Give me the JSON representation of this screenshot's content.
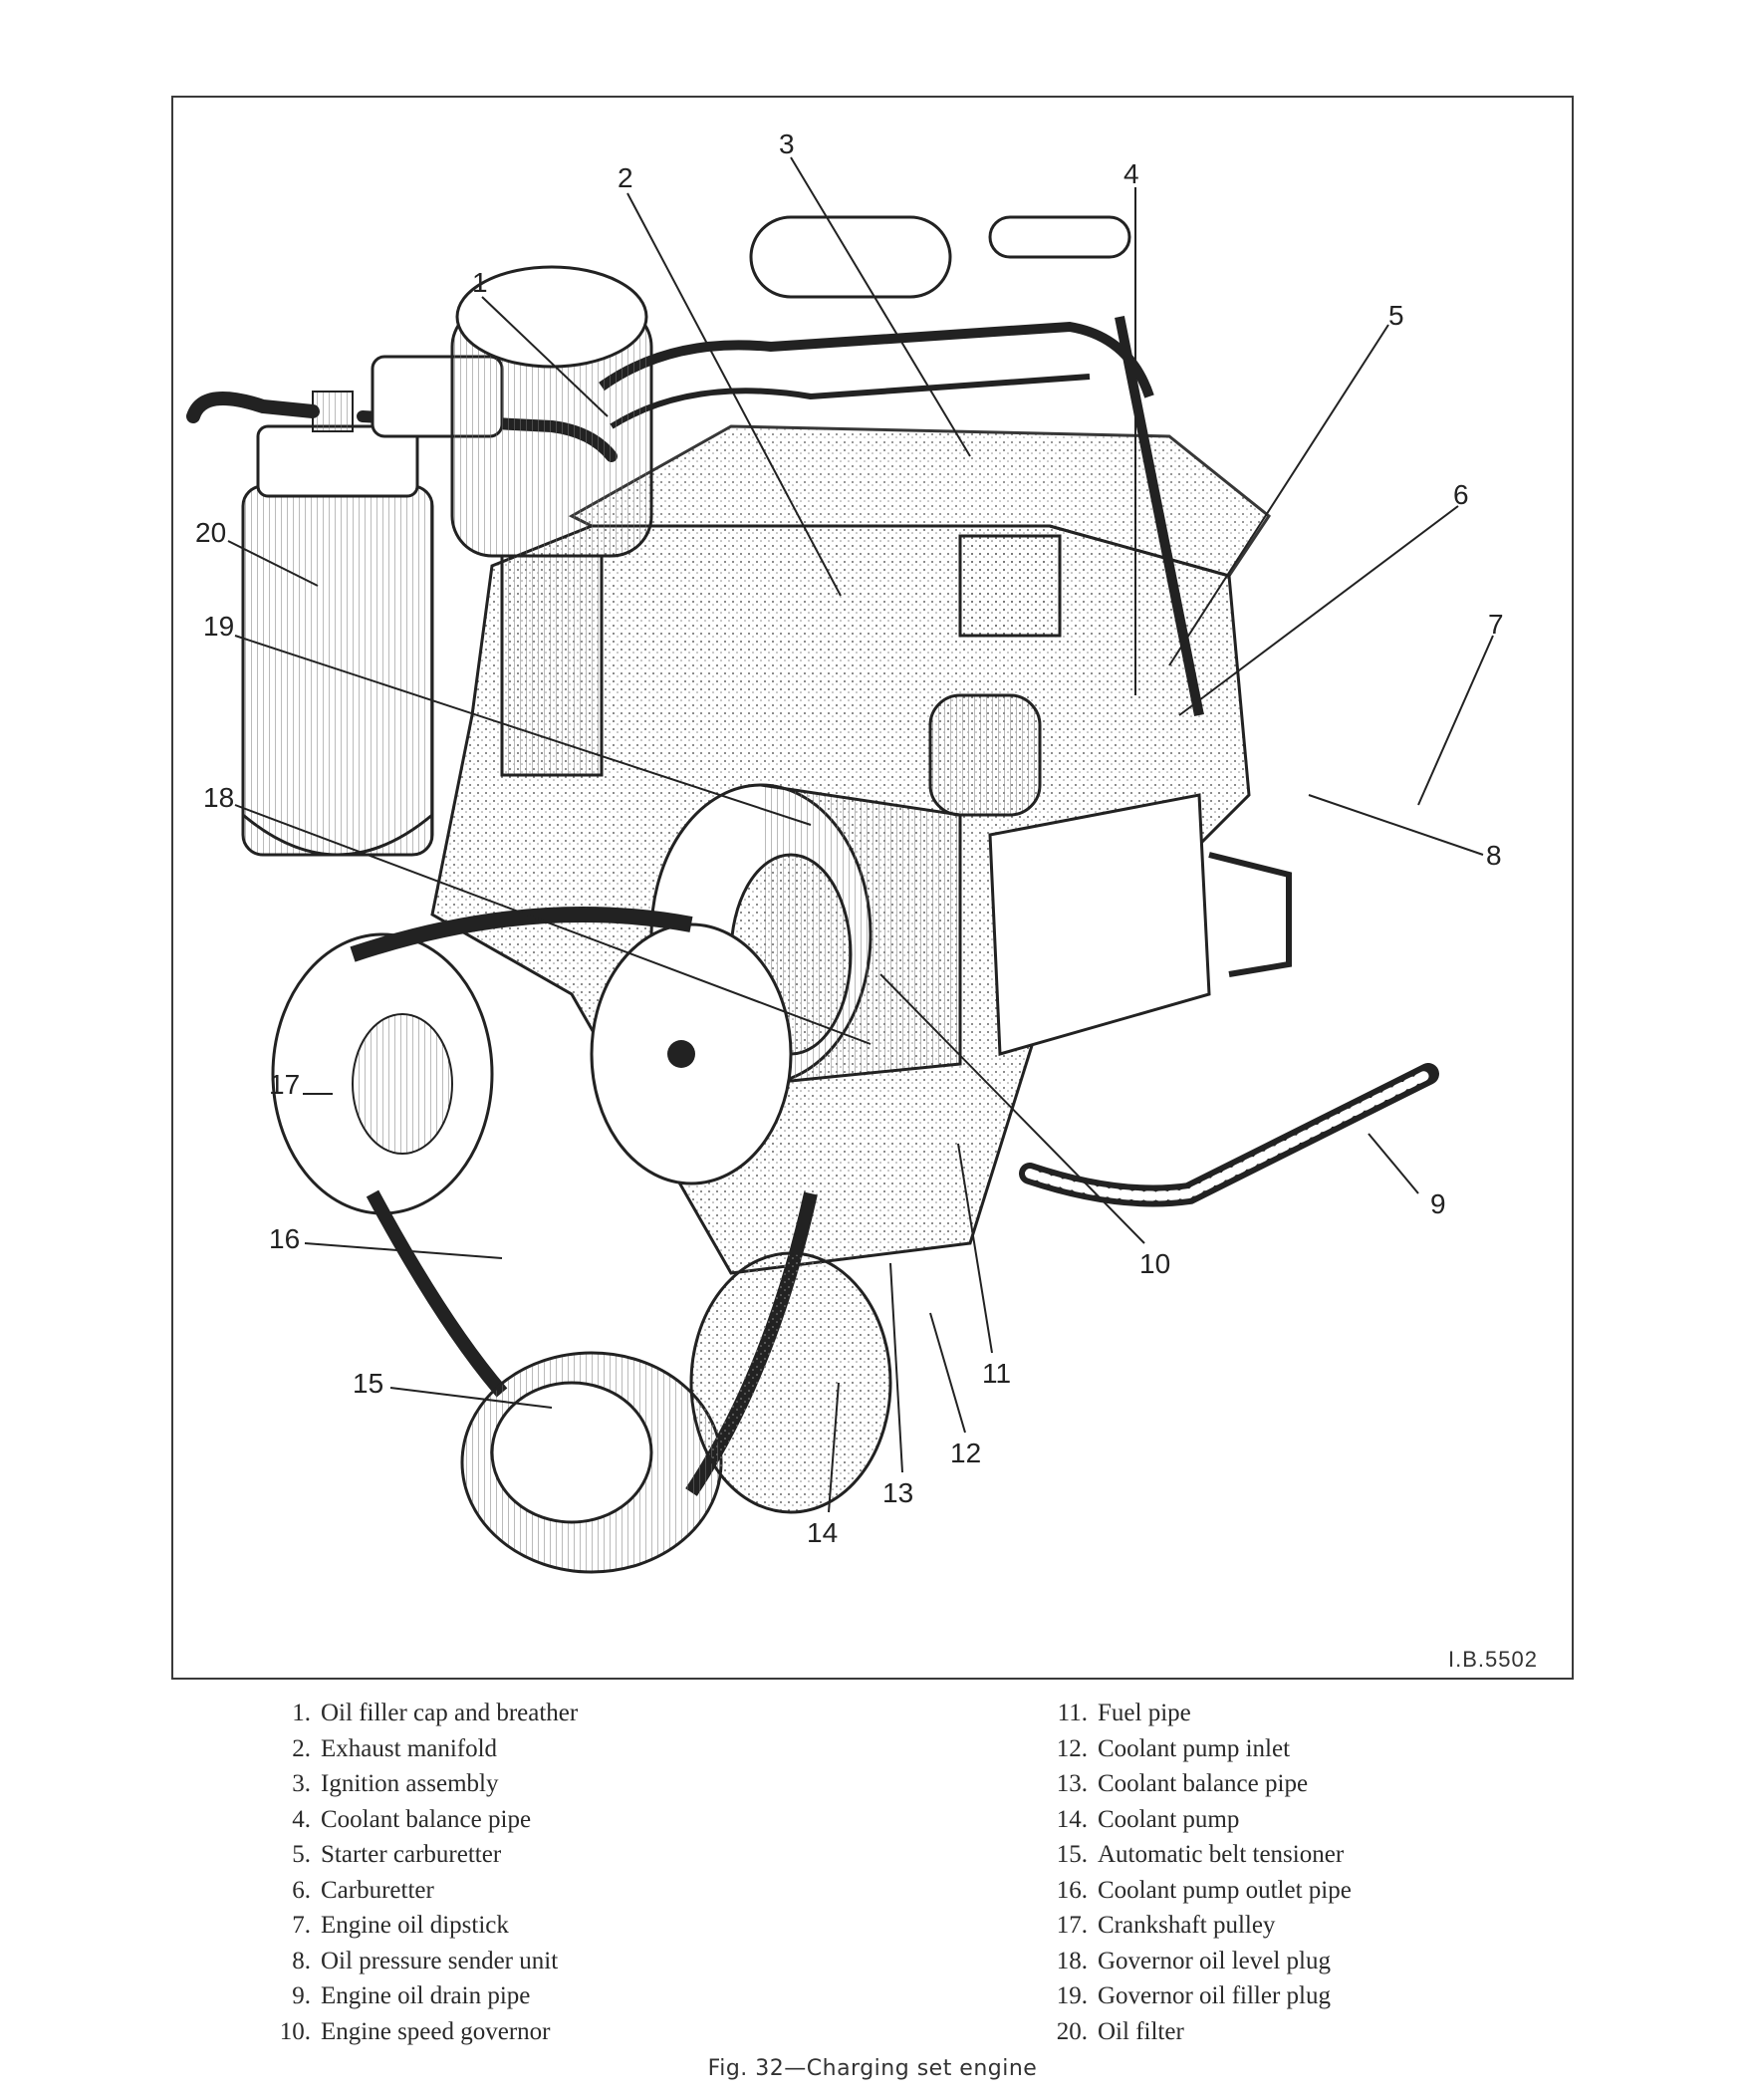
{
  "figure": {
    "ref_code": "I.B.5502",
    "caption": "Fig. 32—Charging set engine",
    "callouts": [
      {
        "n": "1",
        "label": "Oil filler cap and breather"
      },
      {
        "n": "2",
        "label": "Exhaust manifold"
      },
      {
        "n": "3",
        "label": "Ignition assembly"
      },
      {
        "n": "4",
        "label": "Coolant balance pipe"
      },
      {
        "n": "5",
        "label": "Starter carburetter"
      },
      {
        "n": "6",
        "label": "Carburetter"
      },
      {
        "n": "7",
        "label": "Engine oil dipstick"
      },
      {
        "n": "8",
        "label": "Oil pressure sender unit"
      },
      {
        "n": "9",
        "label": "Engine oil drain pipe"
      },
      {
        "n": "10",
        "label": "Engine speed governor"
      },
      {
        "n": "11",
        "label": "Fuel pipe"
      },
      {
        "n": "12",
        "label": "Coolant pump inlet"
      },
      {
        "n": "13",
        "label": "Coolant balance pipe"
      },
      {
        "n": "14",
        "label": "Coolant pump"
      },
      {
        "n": "15",
        "label": "Automatic belt tensioner"
      },
      {
        "n": "16",
        "label": "Coolant pump outlet pipe"
      },
      {
        "n": "17",
        "label": "Crankshaft pulley"
      },
      {
        "n": "18",
        "label": "Governor oil level plug"
      },
      {
        "n": "19",
        "label": "Governor oil filler plug"
      },
      {
        "n": "20",
        "label": "Oil filter"
      }
    ]
  }
}
